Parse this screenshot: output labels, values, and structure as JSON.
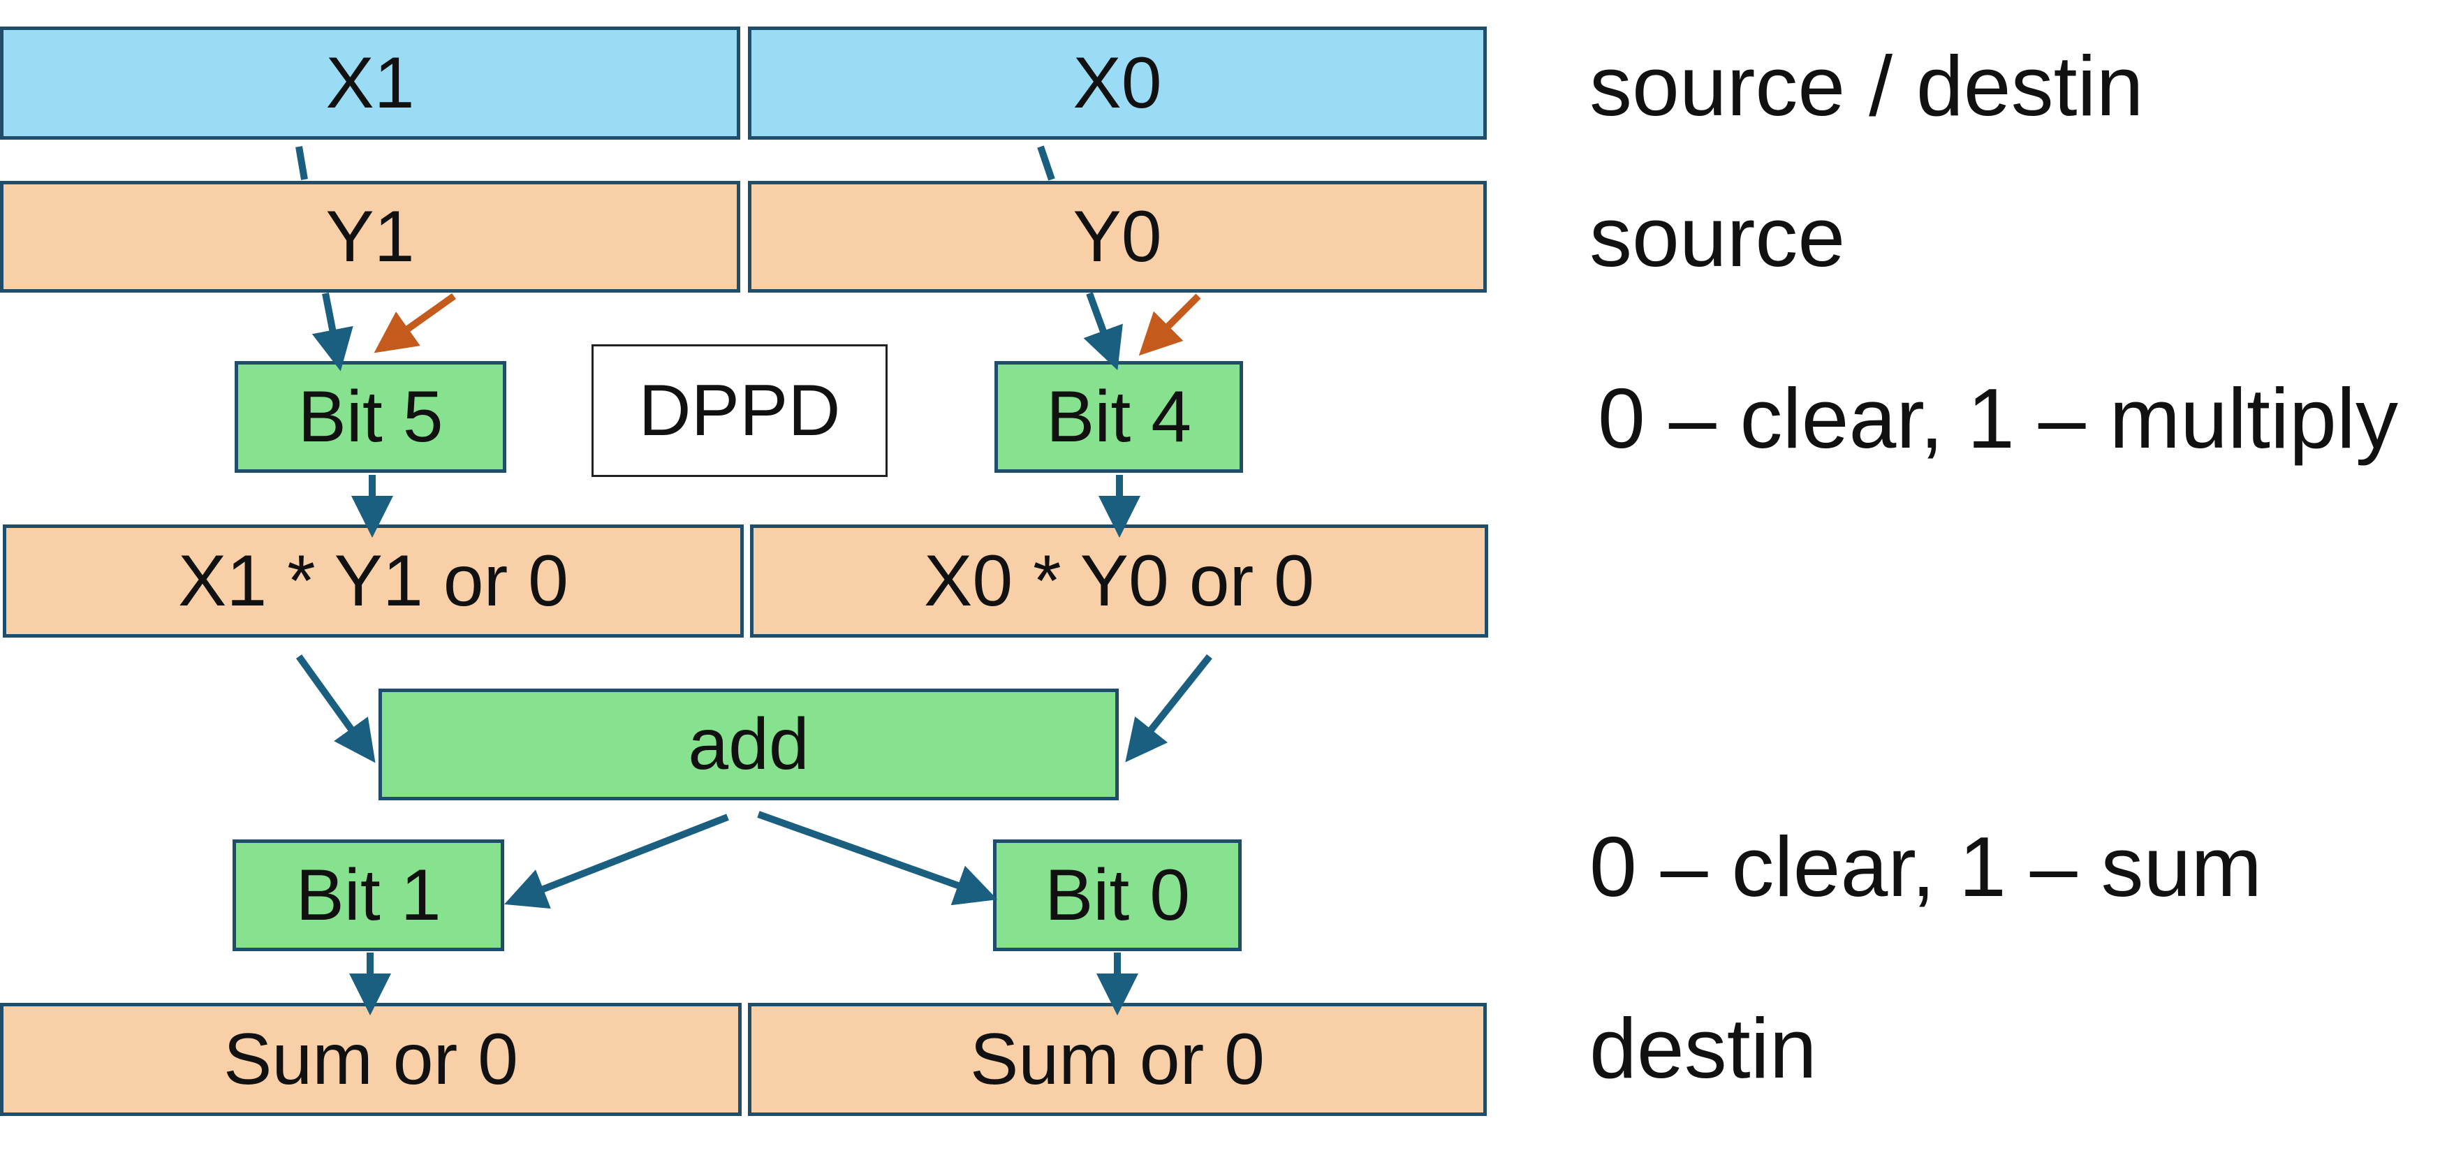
{
  "colors": {
    "register_blue": "#9adbf6",
    "register_peach": "#f8cfa6",
    "op_green": "#86e28f",
    "arrow_blue": "#1a5f80",
    "arrow_orange": "#c55a1d",
    "border": "#1f4e6b"
  },
  "rows": {
    "source_destin": {
      "left": "X1",
      "right": "X0"
    },
    "source": {
      "left": "Y1",
      "right": "Y0"
    },
    "mask_high": {
      "left": "Bit 5",
      "center": "DPPD",
      "right": "Bit 4"
    },
    "products": {
      "left": "X1 * Y1 or 0",
      "right": "X0 * Y0 or 0"
    },
    "adder": {
      "label": "add"
    },
    "mask_low": {
      "left": "Bit 1",
      "right": "Bit 0"
    },
    "destin": {
      "left": "Sum or 0",
      "right": "Sum or 0"
    }
  },
  "notes": {
    "source_destin": "source / destin",
    "source": "source",
    "mask_high": "0 – clear, 1 – multiply",
    "mask_low": "0 – clear, 1 – sum",
    "destin": "destin"
  }
}
